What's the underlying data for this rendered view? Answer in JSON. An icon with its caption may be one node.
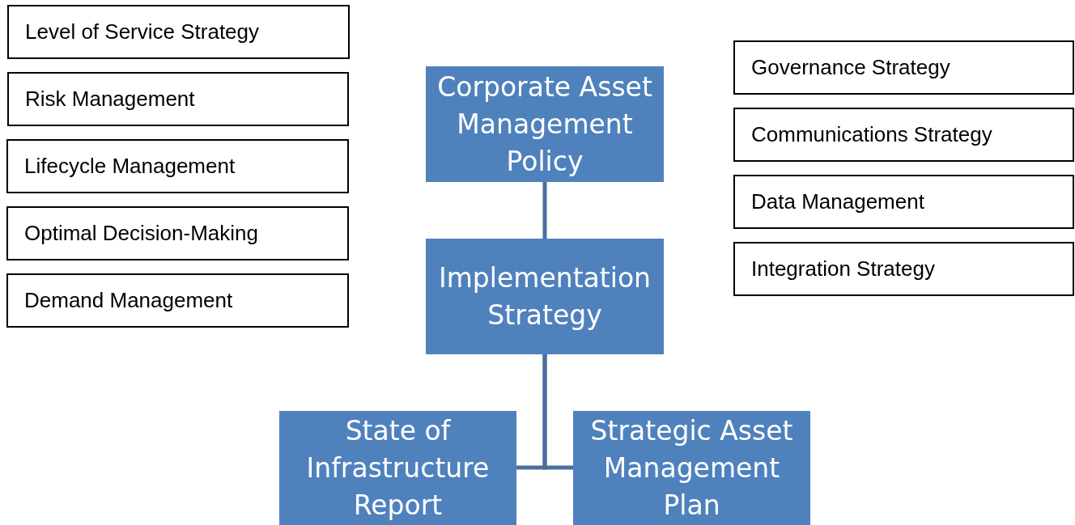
{
  "diagram": {
    "nodes": [
      {
        "text": [
          "Level of Service Strategy"
        ]
      },
      {
        "text": [
          "Risk Management"
        ]
      },
      {
        "text": [
          "Lifecycle Management"
        ]
      },
      {
        "text": [
          "Optimal Decision-Making"
        ]
      },
      {
        "text": [
          "Demand Management"
        ]
      },
      {
        "text": [
          "Corporate Asset Management Policy"
        ]
      },
      {
        "text": [
          "Governance Strategy"
        ]
      },
      {
        "text": [
          "Communications Strategy"
        ]
      },
      {
        "text": [
          "Data Management"
        ]
      },
      {
        "text": [
          "Integration Strategy"
        ]
      },
      {
        "text": [
          "Implementation Strategy"
        ]
      },
      {
        "text": [
          "State of Infrastructure Report"
        ]
      },
      {
        "text": [
          "Strategic Asset Management Plan"
        ]
      }
    ],
    "edges": [
      {
        "from": 5,
        "to": 10,
        "arrow": "none"
      },
      {
        "from": 10,
        "to": 11,
        "arrow": "none"
      },
      {
        "from": 10,
        "to": 12,
        "arrow": "none"
      }
    ]
  }
}
